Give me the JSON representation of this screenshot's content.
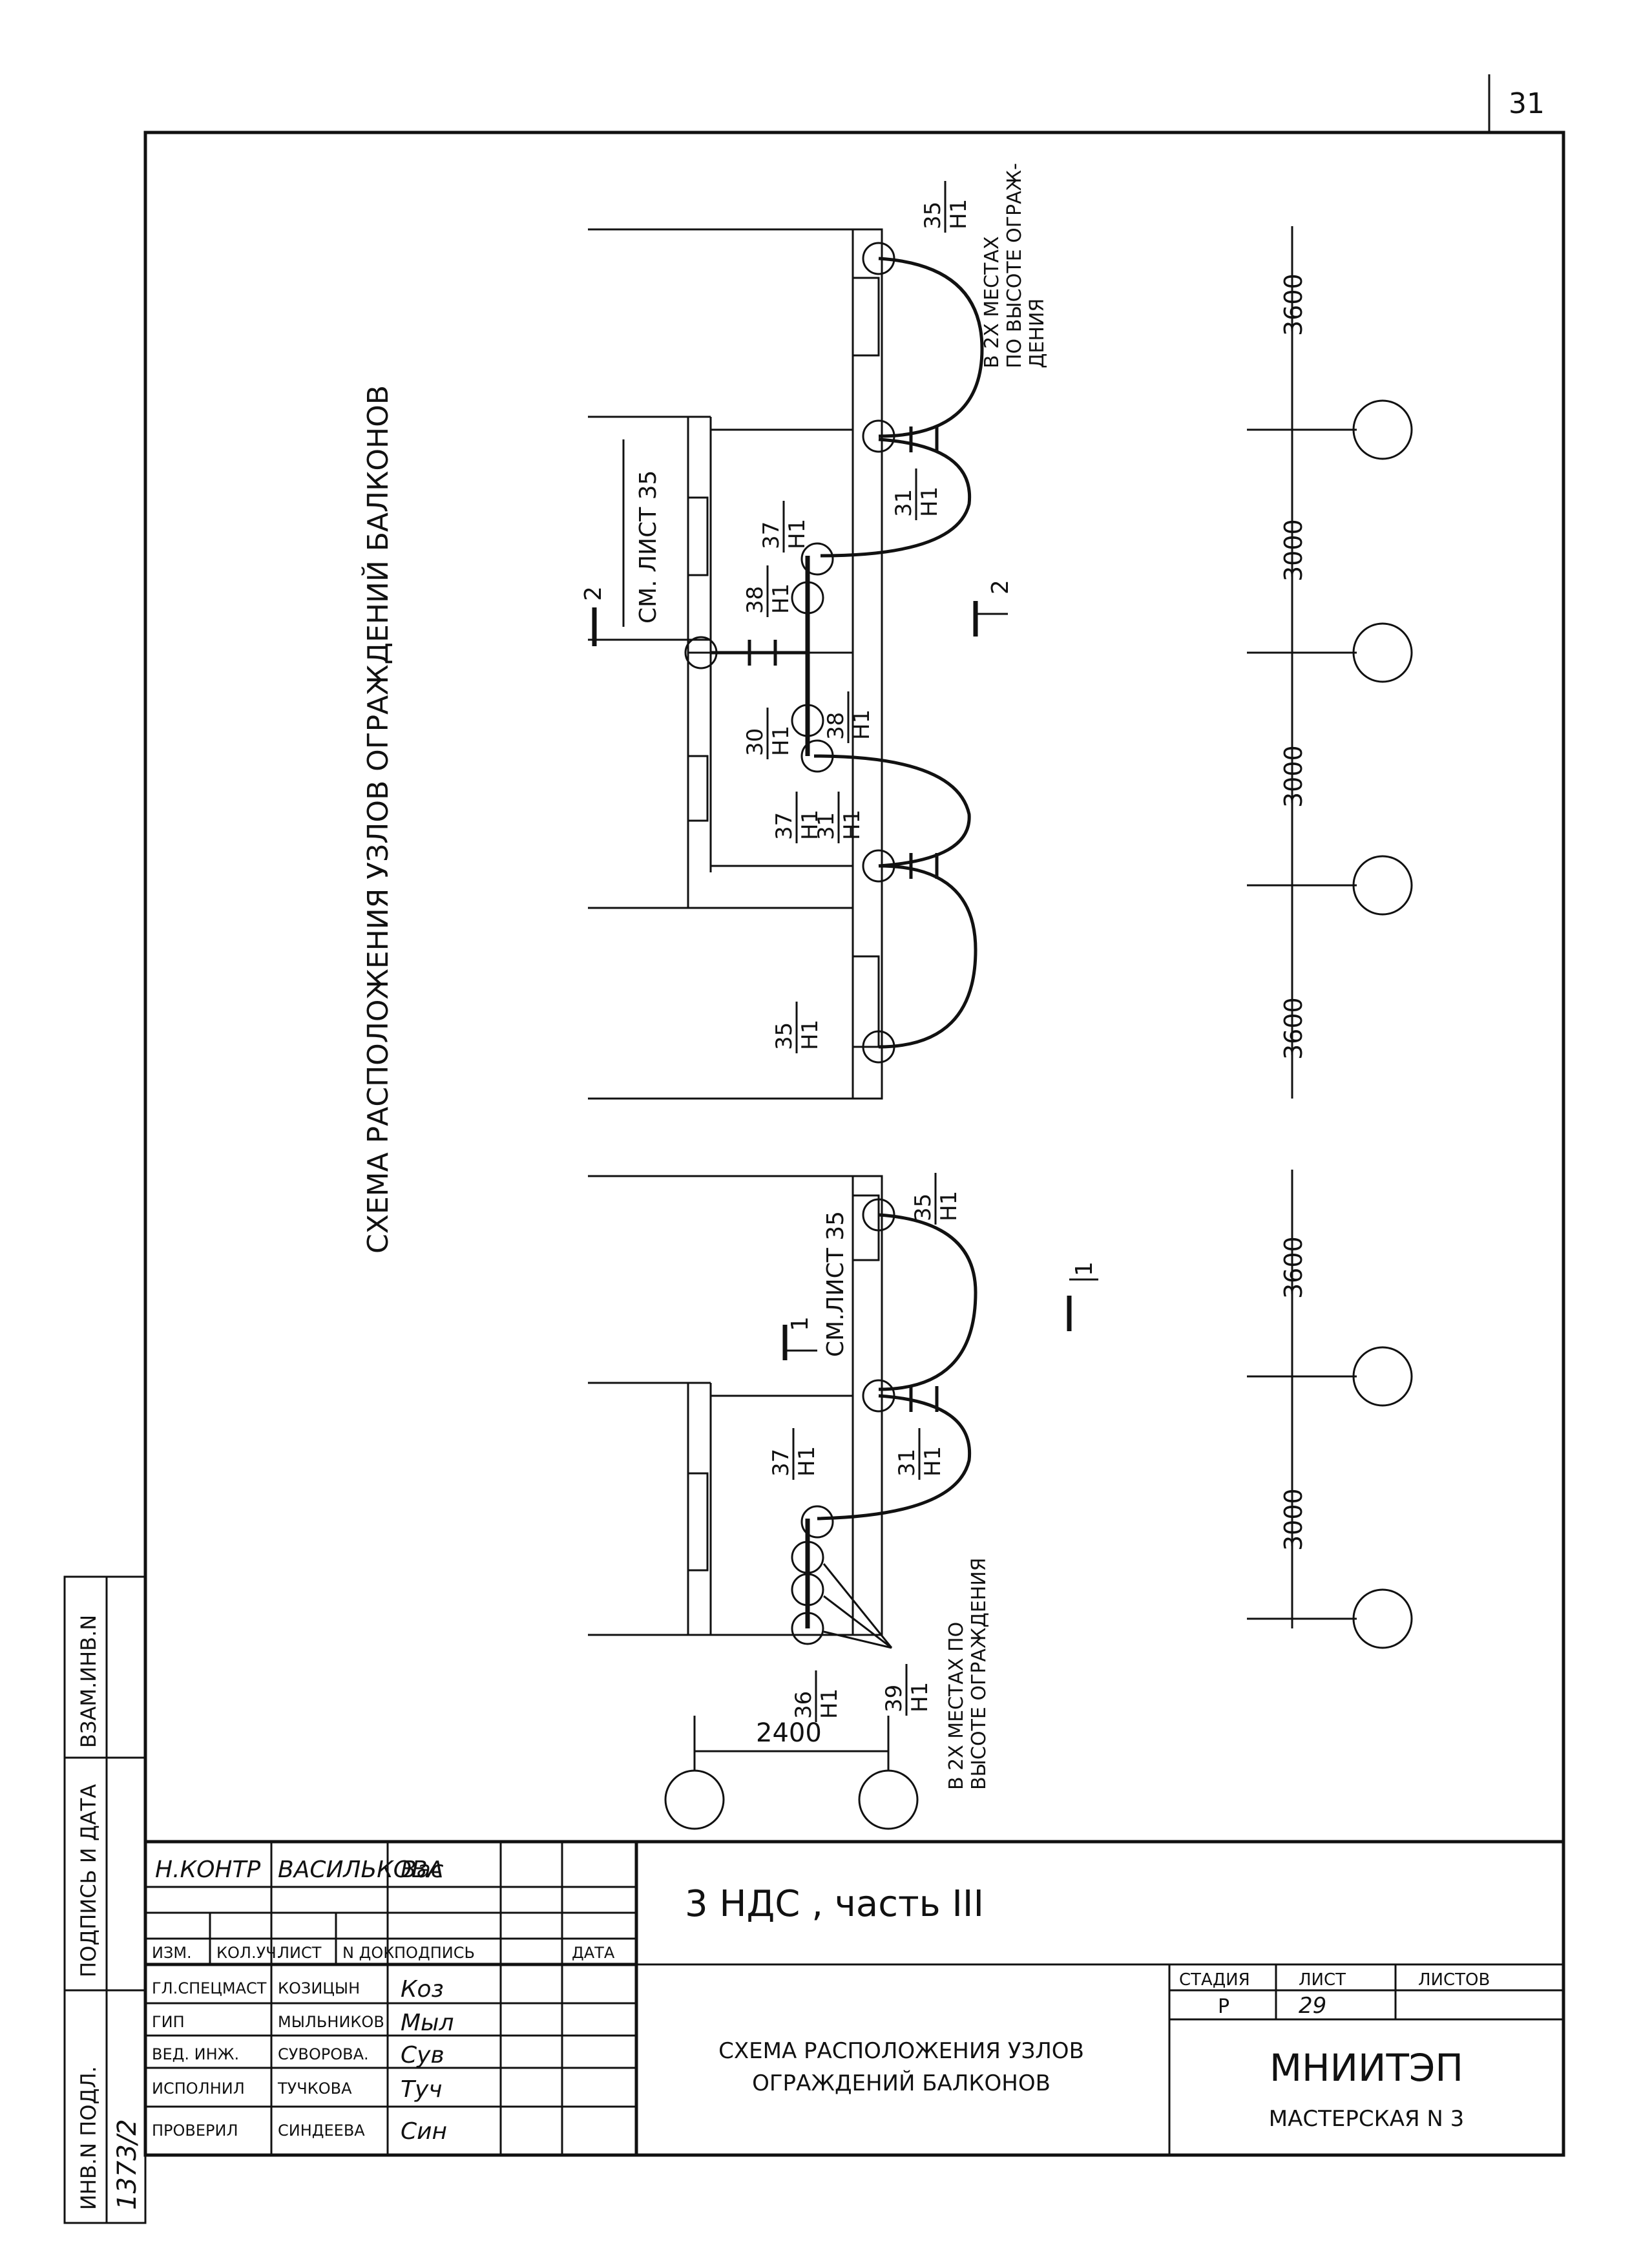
{
  "sheet_number": "31",
  "drawing_title": "СХЕМА РАСПОЛОЖЕНИЯ УЗЛОВ ОГРАЖДЕНИЙ БАЛКОНОВ",
  "upper_plan": {
    "callouts": [
      {
        "num": "35",
        "sheet": "Н1"
      },
      {
        "num": "31",
        "sheet": "Н1"
      },
      {
        "num": "37",
        "sheet": "Н1"
      },
      {
        "num": "38",
        "sheet": "Н1"
      },
      {
        "num": "30",
        "sheet": "Н1"
      },
      {
        "num": "38",
        "sheet": "Н1"
      },
      {
        "num": "37",
        "sheet": "Н1"
      },
      {
        "num": "31",
        "sheet": "Н1"
      },
      {
        "num": "35",
        "sheet": "Н1"
      }
    ],
    "note_lines": [
      "В 2Х МЕСТАХ",
      "ПО ВЫСОТЕ ОГРАЖ-",
      "ДЕНИЯ"
    ],
    "section_mark": "2",
    "section_ref": "СМ. ЛИСТ 35",
    "dims": [
      "3600",
      "3000",
      "3000",
      "3600"
    ]
  },
  "lower_plan": {
    "callouts": [
      {
        "num": "35",
        "sheet": "Н1"
      },
      {
        "num": "31",
        "sheet": "Н1"
      },
      {
        "num": "37",
        "sheet": "Н1"
      },
      {
        "num": "36",
        "sheet": "Н1"
      },
      {
        "num": "39",
        "sheet": "Н1"
      }
    ],
    "note_lines": [
      "В 2Х МЕСТАХ ПО",
      "ВЫСОТЕ ОГРАЖДЕНИЯ"
    ],
    "section_mark": "1",
    "section_ref": "СМ.ЛИСТ 35",
    "dims": [
      "3600",
      "3000"
    ],
    "bottom_dim": "2400"
  },
  "side_stamp": [
    "ВЗАМ.ИНВ.N",
    "ПОДПИСЬ И ДАТА",
    "ИНВ.N ПОДЛ."
  ],
  "inventory_number": "1373/2",
  "title_block": {
    "project": "3 НДС , часть III",
    "sheet_title": [
      "СХЕМА РАСПОЛОЖЕНИЯ УЗЛОВ",
      "ОГРАЖДЕНИЙ БАЛКОНОВ"
    ],
    "norm_control": {
      "role": "Н.КОНТР",
      "name": "ВАСИЛЬКОВА",
      "sign": "Вас"
    },
    "header": [
      "ИЗМ.",
      "КОЛ.УЧ.",
      "ЛИСТ",
      "N ДОК.",
      "ПОДПИСЬ",
      "ДАТА"
    ],
    "rows": [
      {
        "role": "ГЛ.СПЕЦМАСТ",
        "name": "КОЗИЦЫН",
        "sign": "Коз"
      },
      {
        "role": "ГИП",
        "name": "МЫЛЬНИКОВ",
        "sign": "Мыл"
      },
      {
        "role": "ВЕД. ИНЖ.",
        "name": "СУВОРОВА.",
        "sign": "Сув"
      },
      {
        "role": "ИСПОЛНИЛ",
        "name": "ТУЧКОВА",
        "sign": "Туч"
      },
      {
        "role": "ПРОВЕРИЛ",
        "name": "СИНДЕЕВА",
        "sign": "Син"
      }
    ],
    "stage_label": "СТАДИЯ",
    "sheet_label": "ЛИСТ",
    "sheets_label": "ЛИСТОВ",
    "stage": "Р",
    "sheet": "29",
    "org": "МНИИТЭП",
    "workshop": "МАСТЕРСКАЯ N 3"
  }
}
